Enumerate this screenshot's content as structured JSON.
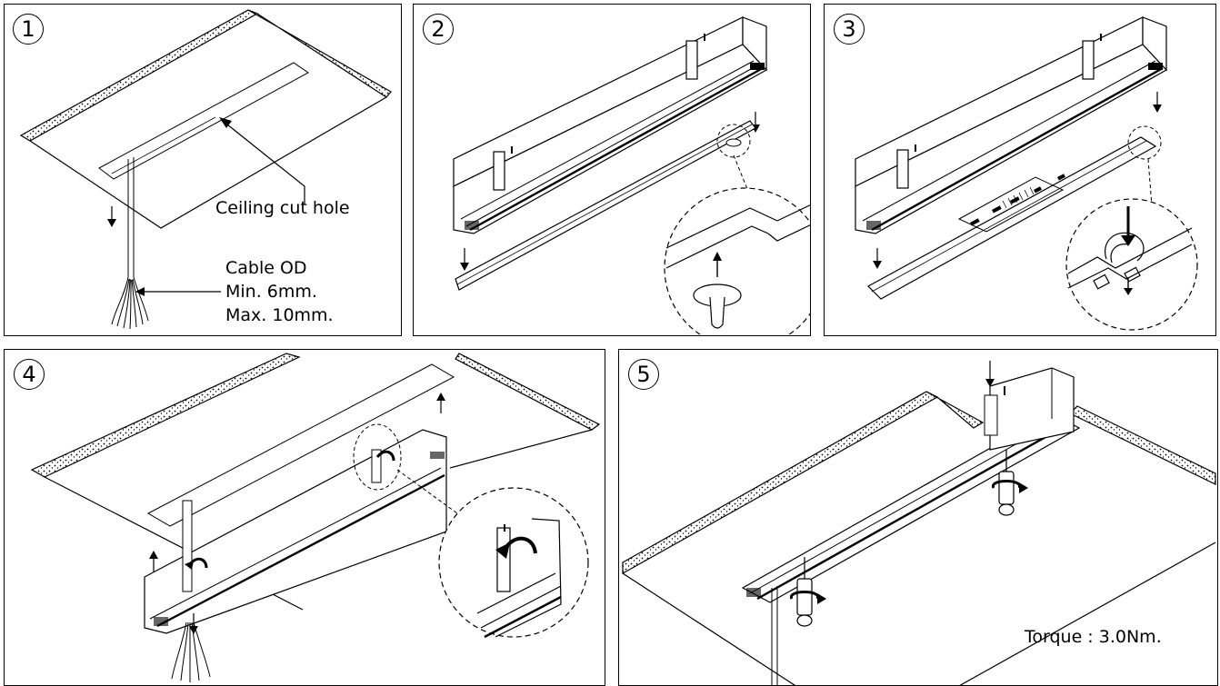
{
  "steps": [
    {
      "number": "1",
      "labels": {
        "ceiling_cut_hole": "Ceiling cut hole",
        "cable_od": "Cable OD",
        "cable_min": "Min. 6mm.",
        "cable_max": "Max. 10mm."
      }
    },
    {
      "number": "2"
    },
    {
      "number": "3"
    },
    {
      "number": "4"
    },
    {
      "number": "5",
      "labels": {
        "torque": "Torque : 3.0Nm."
      }
    }
  ]
}
